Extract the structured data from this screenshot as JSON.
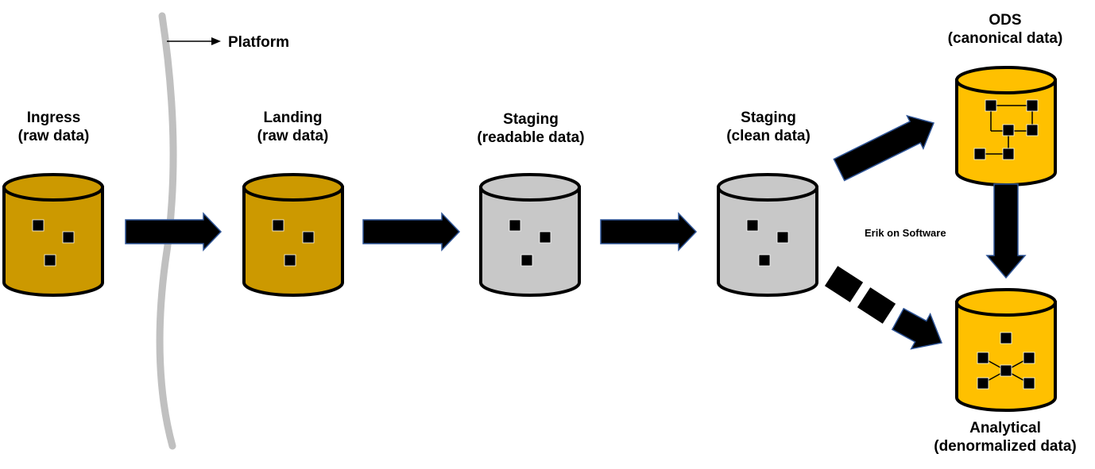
{
  "title": "Data pipeline stages",
  "platform_label": "Platform",
  "watermark": "Erik on Software",
  "colors": {
    "raw_fill": "#CC9900",
    "staging_fill": "#C8C8C8",
    "modeled_fill": "#FFC000",
    "outline": "#000000",
    "arrow_fill": "#000000",
    "arrow_edge": "#2F5597",
    "boundary": "#C0C0C0"
  },
  "stores": [
    {
      "id": "ingress",
      "name": "Ingress",
      "subtitle": "(raw data)",
      "fill": "raw_fill",
      "pattern": "scatter"
    },
    {
      "id": "landing",
      "name": "Landing",
      "subtitle": "(raw data)",
      "fill": "raw_fill",
      "pattern": "scatter"
    },
    {
      "id": "staging-readable",
      "name": "Staging",
      "subtitle": "(readable data)",
      "fill": "staging_fill",
      "pattern": "scatter"
    },
    {
      "id": "staging-clean",
      "name": "Staging",
      "subtitle": "(clean data)",
      "fill": "staging_fill",
      "pattern": "scatter"
    },
    {
      "id": "ods",
      "name": "ODS",
      "subtitle": "(canonical data)",
      "fill": "modeled_fill",
      "pattern": "graph"
    },
    {
      "id": "analytical",
      "name": "Analytical",
      "subtitle": "(denormalized data)",
      "fill": "modeled_fill",
      "pattern": "star"
    }
  ],
  "flows": [
    {
      "from": "ingress",
      "to": "landing",
      "style": "solid"
    },
    {
      "from": "landing",
      "to": "staging-readable",
      "style": "solid"
    },
    {
      "from": "staging-readable",
      "to": "staging-clean",
      "style": "solid"
    },
    {
      "from": "staging-clean",
      "to": "ods",
      "style": "solid"
    },
    {
      "from": "ods",
      "to": "analytical",
      "style": "solid"
    },
    {
      "from": "staging-clean",
      "to": "analytical",
      "style": "dashed"
    }
  ]
}
